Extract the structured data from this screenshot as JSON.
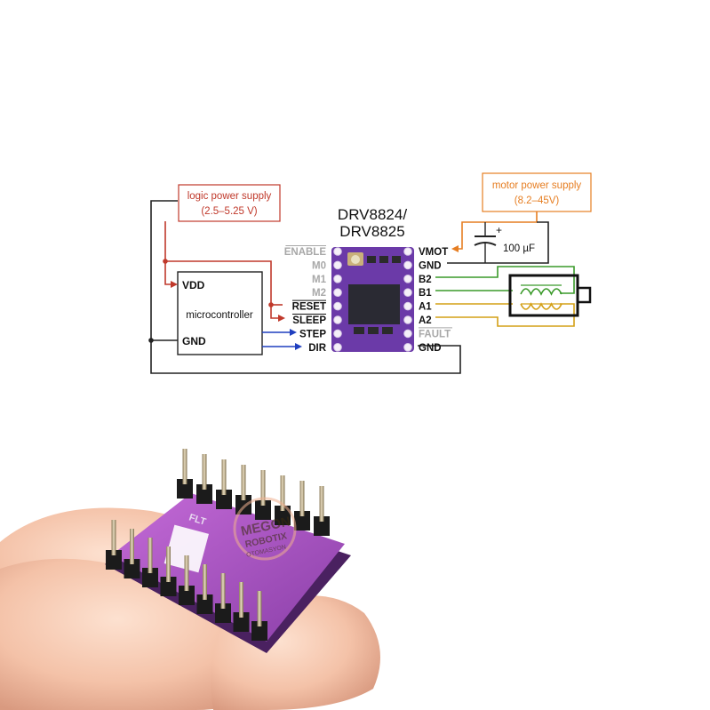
{
  "diagram": {
    "chip_title_1": "DRV8824/",
    "chip_title_2": "DRV8825",
    "logic_supply": {
      "label_1": "logic power supply",
      "label_2": "(2.5–5.25 V)",
      "color": "#c0392b"
    },
    "motor_supply": {
      "label_1": "motor power supply",
      "label_2": "(8.2–45V)",
      "color": "#e67e22"
    },
    "capacitor_label": "100 µF",
    "capacitor_plus": "+",
    "microcontroller": {
      "label": "microcontroller",
      "vdd": "VDD",
      "gnd": "GND"
    },
    "left_pins": [
      {
        "label": "ENABLE",
        "active": false,
        "overline": true
      },
      {
        "label": "M0",
        "active": false,
        "overline": false
      },
      {
        "label": "M1",
        "active": false,
        "overline": false
      },
      {
        "label": "M2",
        "active": false,
        "overline": false
      },
      {
        "label": "RESET",
        "active": true,
        "overline": true
      },
      {
        "label": "SLEEP",
        "active": true,
        "overline": true
      },
      {
        "label": "STEP",
        "active": true,
        "overline": false
      },
      {
        "label": "DIR",
        "active": true,
        "overline": false
      }
    ],
    "right_pins": [
      {
        "label": "VMOT",
        "active": true,
        "overline": false
      },
      {
        "label": "GND",
        "active": true,
        "overline": false
      },
      {
        "label": "B2",
        "active": true,
        "overline": false
      },
      {
        "label": "B1",
        "active": true,
        "overline": false
      },
      {
        "label": "A1",
        "active": true,
        "overline": false
      },
      {
        "label": "A2",
        "active": true,
        "overline": false
      },
      {
        "label": "FAULT",
        "active": false,
        "overline": true
      },
      {
        "label": "GND",
        "active": true,
        "overline": false
      }
    ],
    "colors": {
      "wire_black": "#222222",
      "wire_logic": "#c0392b",
      "wire_signal": "#1f3fbf",
      "wire_motor_power": "#e67e22",
      "coil_b": "#3a9a2a",
      "coil_a": "#d4a017",
      "pcb": "#6b3aa8",
      "inactive_text": "#a8a8a8"
    }
  },
  "photo": {
    "board_marking": "FLT",
    "watermark_1": "MEGON",
    "watermark_2": "ROBOTIX",
    "watermark_3": "OTOMASYON"
  }
}
